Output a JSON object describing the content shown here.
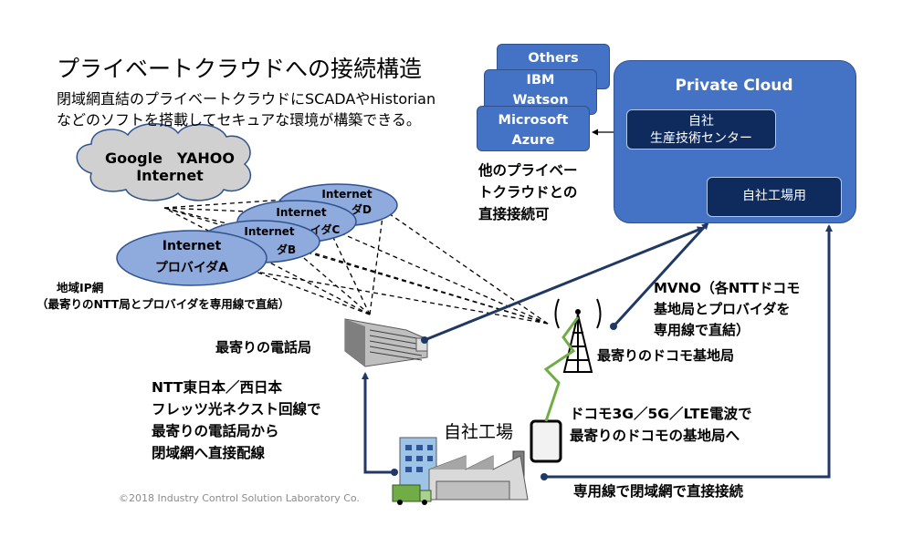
{
  "title": "プライベートクラウドへの接続構造",
  "subtitle_line1": "閉域網直結のプライベートクラウドにSCADAやHistorian",
  "subtitle_line2": "などのソフトを搭載してセキュアな環境が構築できる。",
  "internet_cloud": {
    "line1": "Google　YAHOO",
    "line2": "Internet"
  },
  "providers": {
    "a": {
      "line1": "Internet",
      "line2": "プロバイダA"
    },
    "b": {
      "line1": "Internet",
      "line2": "プロバイダB"
    },
    "c": {
      "line1": "Internet",
      "line2": "プロバイダC"
    },
    "d": {
      "line1": "Internet",
      "line2": "プロバイダD"
    }
  },
  "regional_ip": {
    "line1": "地域IP網",
    "line2": "（最寄りのNTT局とプロバイダを専用線で直結）"
  },
  "clouds_stack": [
    "Others",
    "IBM",
    "Watson",
    "Microsoft",
    "Azure"
  ],
  "private_links_text": [
    "他のプライベー",
    "トクラウドとの",
    "直接接続可"
  ],
  "private_cloud": {
    "title": "Private Cloud",
    "tech_center_line1": "自社",
    "tech_center_line2": "生産技術センター",
    "factory_use": "自社工場用"
  },
  "mvno_text": [
    "MVNO（各NTTドコモ",
    "基地局とプロバイダを",
    "専用線で直結）"
  ],
  "telephone_office": "最寄りの電話局",
  "docomo_station": "最寄りのドコモ基地局",
  "ntt_text": [
    "NTT東日本／西日本",
    "フレッツ光ネクスト回線で",
    "最寄りの電話局から",
    "閉域網へ直接配線"
  ],
  "docomo_wave_text": [
    "ドコモ3G／5G／LTE電波で",
    "最寄りのドコモの基地局へ"
  ],
  "factory_label": "自社工場",
  "leased_line": "専用線で閉域網で直接接続",
  "copyright": "©2018 Industry Control Solution Laboratory Co.",
  "colors": {
    "navy": "#1f3864",
    "blue": "#4472c4",
    "dark_navy": "#0f2a5c",
    "provider_fill": "#8faadc",
    "cloud_fill": "#d0d0d0",
    "green": "#70ad47"
  }
}
